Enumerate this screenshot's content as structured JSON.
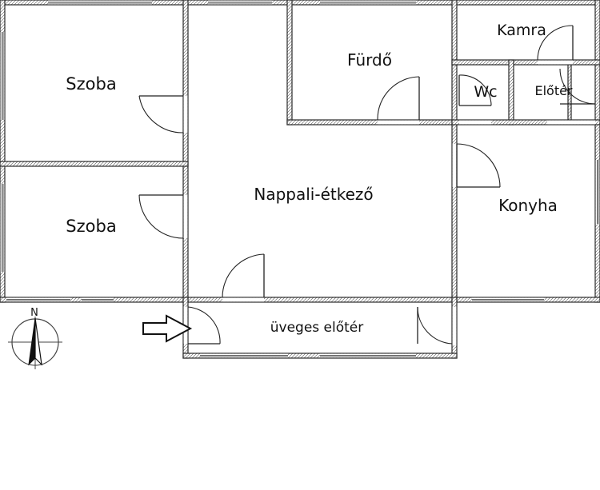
{
  "rooms": {
    "szoba_1": "Szoba",
    "szoba_2": "Szoba",
    "nappali": "Nappali-étkező",
    "furdo": "Fürdő",
    "kamra": "Kamra",
    "wc": "Wc",
    "eloter": "Előtér",
    "konyha": "Konyha",
    "uveges_eloter": "üveges előtér"
  },
  "compass": {
    "north": "N"
  },
  "icons": {
    "entrance": "entrance-arrow-icon",
    "compass": "compass-icon"
  },
  "colors": {
    "wall": "#2a2a2a",
    "background": "#ffffff"
  }
}
